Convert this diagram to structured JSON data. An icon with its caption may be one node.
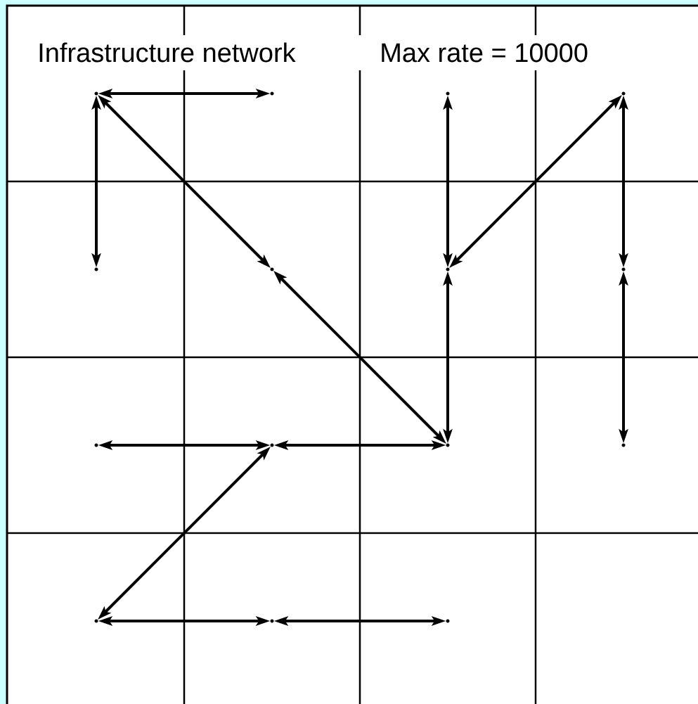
{
  "diagram": {
    "title": "Infrastructure network",
    "nodes": [
      {
        "text": [],
        "shape": "point"
      },
      {
        "text": [],
        "shape": "point"
      },
      {
        "text": [],
        "shape": "point"
      },
      {
        "text": [],
        "shape": "point"
      },
      {
        "text": [],
        "shape": "point"
      },
      {
        "text": [],
        "shape": "point"
      },
      {
        "text": [],
        "shape": "point"
      },
      {
        "text": [],
        "shape": "point"
      },
      {
        "text": [],
        "shape": "point"
      },
      {
        "text": [],
        "shape": "point"
      },
      {
        "text": [],
        "shape": "point"
      },
      {
        "text": [],
        "shape": "point"
      },
      {
        "text": [],
        "shape": "point"
      },
      {
        "text": [],
        "shape": "point"
      },
      {
        "text": [],
        "shape": "point"
      }
    ],
    "edges": [
      {
        "from": 0,
        "to": 1,
        "arrow": "both"
      },
      {
        "from": 0,
        "to": 4,
        "arrow": "both"
      },
      {
        "from": 0,
        "to": 5,
        "arrow": "both"
      },
      {
        "from": 5,
        "to": 10,
        "arrow": "both"
      },
      {
        "from": 2,
        "to": 6,
        "arrow": "both"
      },
      {
        "from": 6,
        "to": 10,
        "arrow": "both"
      },
      {
        "from": 3,
        "to": 6,
        "arrow": "both"
      },
      {
        "from": 3,
        "to": 7,
        "arrow": "both"
      },
      {
        "from": 7,
        "to": 11,
        "arrow": "both"
      },
      {
        "from": 8,
        "to": 9,
        "arrow": "both"
      },
      {
        "from": 9,
        "to": 10,
        "arrow": "both"
      },
      {
        "from": 9,
        "to": 12,
        "arrow": "both"
      },
      {
        "from": 12,
        "to": 13,
        "arrow": "both"
      },
      {
        "from": 13,
        "to": 14,
        "arrow": "both"
      }
    ],
    "labels": [
      "Max rate = 10000"
    ]
  }
}
